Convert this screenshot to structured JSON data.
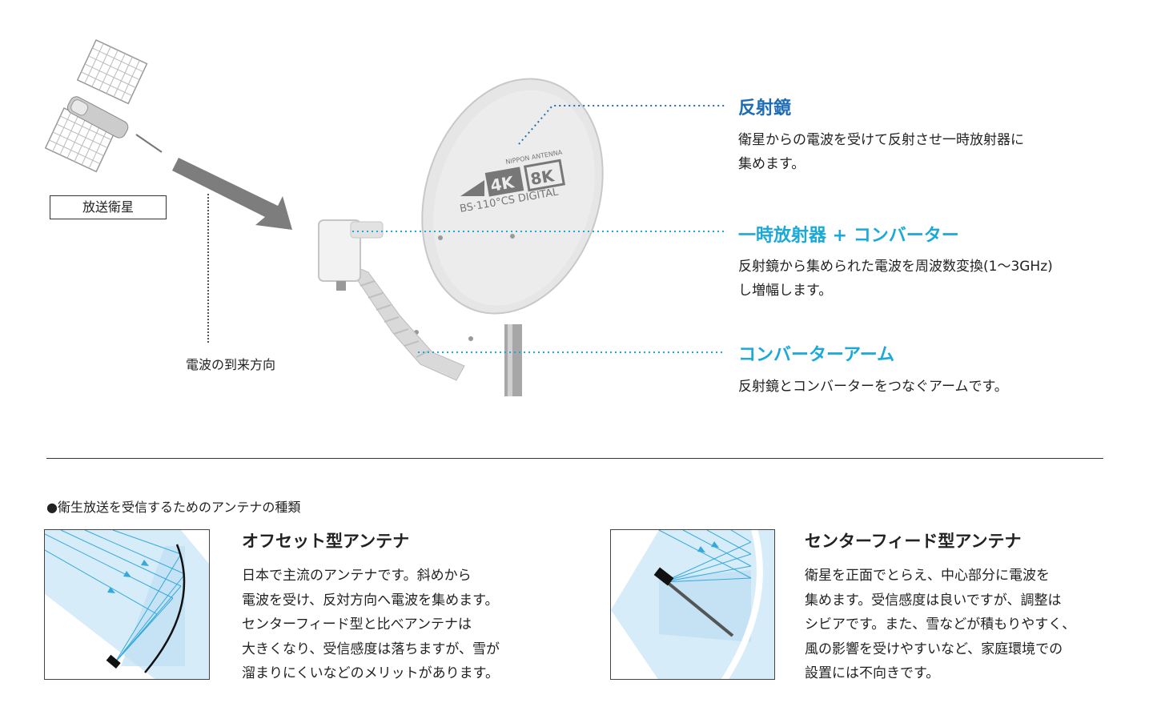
{
  "satellite": {
    "label": "放送衛星"
  },
  "wave_direction_label": "電波の到来方向",
  "dish_branding": {
    "maker": "NIPPON ANTENNA",
    "k4": "4K",
    "k8": "8K",
    "band": "BS·110°CS DIGITAL"
  },
  "parts": [
    {
      "title": "反射鏡",
      "color": "#1e6db4",
      "desc_lines": [
        "衛星からの電波を受けて反射させ一時放射器に",
        "集めます。"
      ]
    },
    {
      "title": "一時放射器 + コンバーター",
      "color": "#1aa9d9",
      "desc_lines": [
        "反射鏡から集められた電波を周波数変換(1〜3GHz)",
        "し増幅します。"
      ]
    },
    {
      "title": "コンバーターアーム",
      "color": "#1aa9d9",
      "desc_lines": [
        "反射鏡とコンバーターをつなぐアームです。"
      ]
    }
  ],
  "types_heading": "●衛生放送を受信するためのアンテナの種類",
  "antenna_types": [
    {
      "title": "オフセット型アンテナ",
      "desc_lines": [
        "日本で主流のアンテナです。斜めから",
        "電波を受け、反対方向へ電波を集めます。",
        "センターフィード型と比べアンテナは",
        "大きくなり、受信感度は落ちますが、雪が",
        "溜まりにくいなどのメリットがあります。"
      ]
    },
    {
      "title": "センターフィード型アンテナ",
      "desc_lines": [
        "衛星を正面でとらえ、中心部分に電波を",
        "集めます。受信感度は良いですが、調整は",
        "シビアです。また、雪などが積もりやすく、",
        "風の影響を受けやすいなど、家庭環境での",
        "設置には不向きです。"
      ]
    }
  ],
  "colors": {
    "accent_blue": "#1e6db4",
    "accent_cyan": "#1aa9d9",
    "beam_fill": "#d6ecf8"
  }
}
